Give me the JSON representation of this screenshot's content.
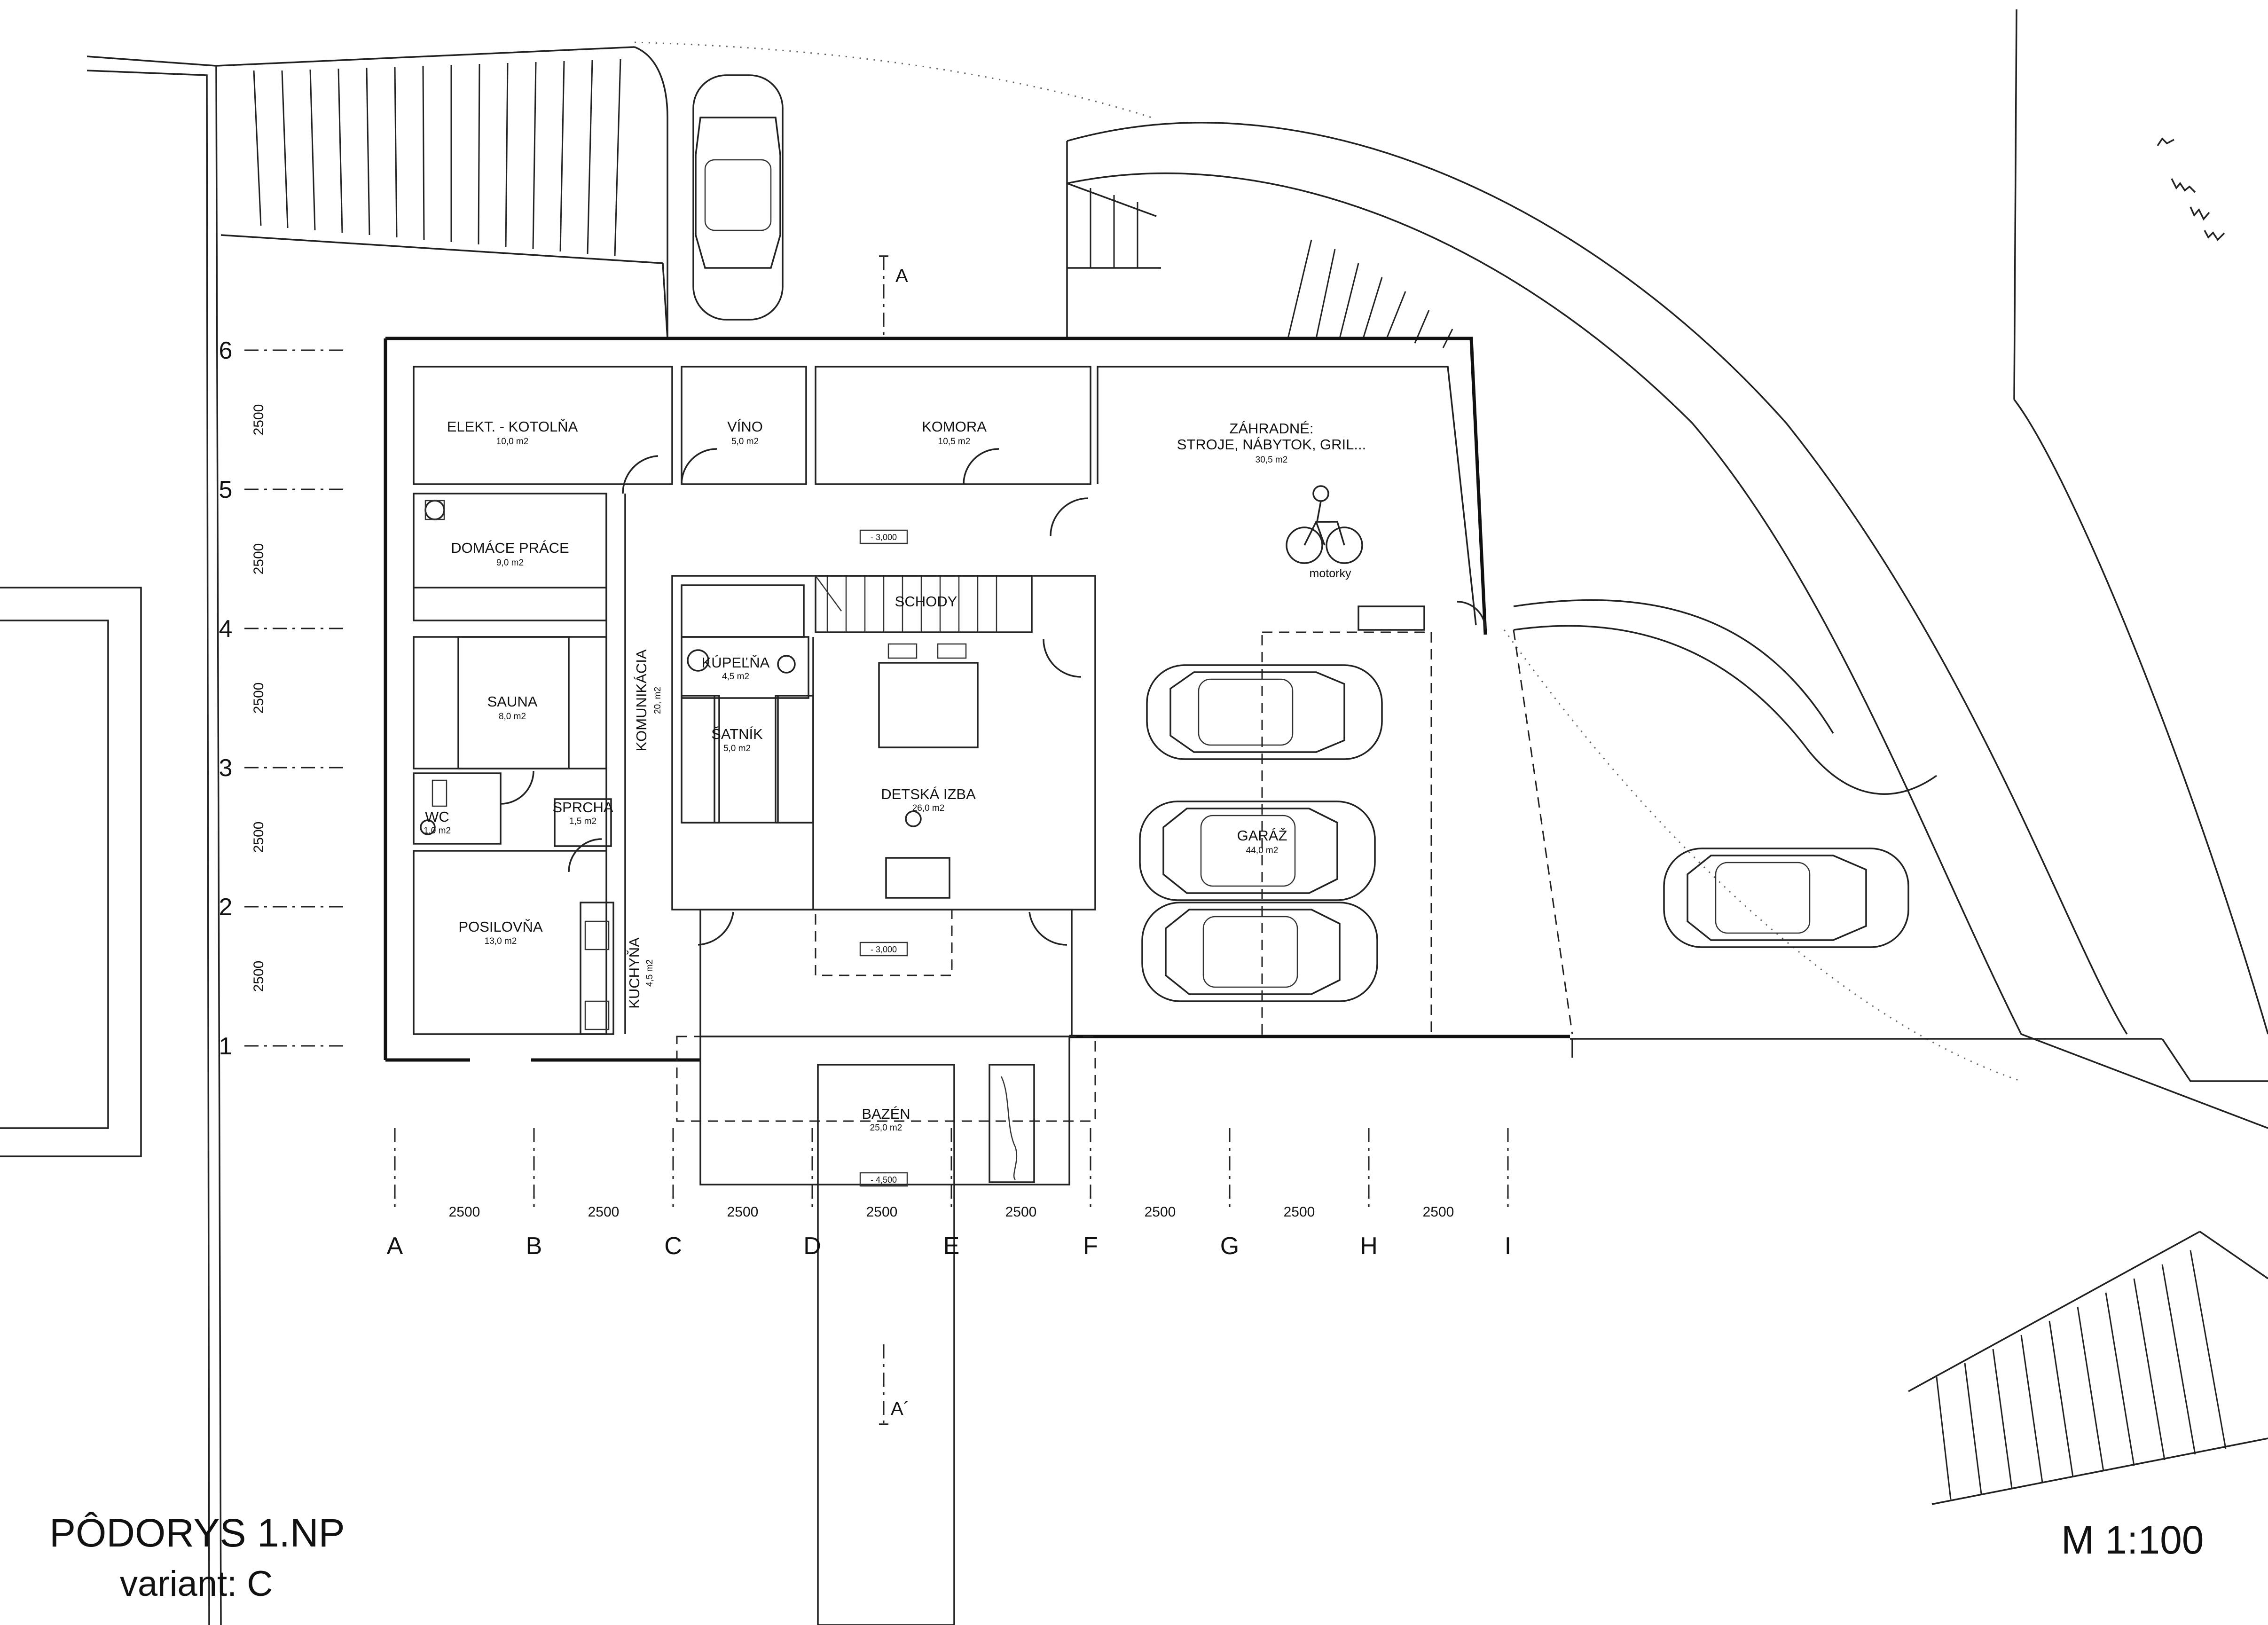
{
  "drawing": {
    "title": "PÔDORYS 1.NP",
    "subtitle": "variant: C",
    "scale": "M 1:100"
  },
  "section_marks": {
    "top": "A",
    "bottom": "A´"
  },
  "rooms": {
    "elekt": {
      "name": "ELEKT. - KOTOLŇA",
      "area": "10,0 m2"
    },
    "vino": {
      "name": "VÍNO",
      "area": "5,0 m2"
    },
    "komora": {
      "name": "KOMORA",
      "area": "10,5 m2"
    },
    "zahradne_1": {
      "name": "ZÁHRADNÉ:",
      "name2": "STROJE, NÁBYTOK, GRIL...",
      "area": "30,5 m2"
    },
    "domace": {
      "name": "DOMÁCE PRÁCE",
      "area": "9,0 m2"
    },
    "schody": {
      "name": "SCHODY"
    },
    "komunikacia": {
      "name": "KOMUNIKÁCIA",
      "area": "20, m2"
    },
    "kupelna": {
      "name": "KÚPEĽŇA",
      "area": "4,5 m2"
    },
    "sauna": {
      "name": "SAUNA",
      "area": "8,0 m2"
    },
    "satnik": {
      "name": "ŠATNÍK",
      "area": "5,0 m2"
    },
    "detska": {
      "name": "DETSKÁ IZBA",
      "area": "26,0 m2"
    },
    "wc": {
      "name": "WC",
      "area": "1,0 m2"
    },
    "sprcha": {
      "name": "SPRCHA",
      "area": "1,5 m2"
    },
    "posilovna": {
      "name": "POSILOVŇA",
      "area": "13,0 m2"
    },
    "kuchyna": {
      "name": "KUCHYŇA",
      "area": "4,5 m2"
    },
    "garaz": {
      "name": "GARÁŽ",
      "area": "44,0 m2"
    },
    "bazen": {
      "name": "BAZÉN",
      "area": "25,0 m2"
    }
  },
  "annotations": {
    "motorky": "motorky"
  },
  "levels": {
    "hall": "- 3,000",
    "terrace": "- 3,000",
    "pool": "- 4,500"
  },
  "row_axes": [
    "1",
    "2",
    "3",
    "4",
    "5",
    "6"
  ],
  "column_axes": [
    "A",
    "B",
    "C",
    "D",
    "E",
    "F",
    "G",
    "H",
    "I"
  ],
  "row_dimensions": [
    "2500",
    "2500",
    "2500",
    "2500",
    "2500"
  ],
  "column_dimensions": [
    "2500",
    "2500",
    "2500",
    "2500",
    "2500",
    "2500",
    "2500",
    "2500"
  ]
}
